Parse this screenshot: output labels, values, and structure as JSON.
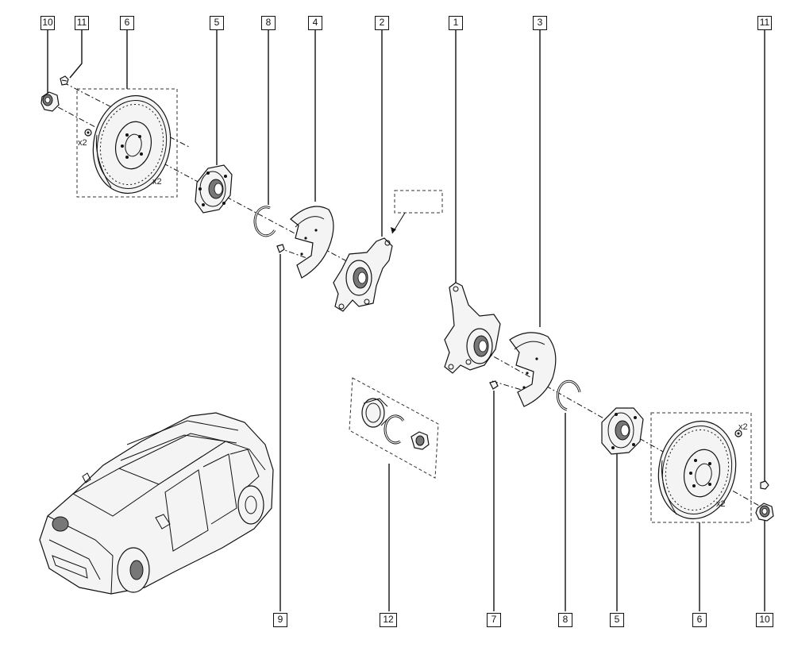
{
  "diagram": {
    "callouts": {
      "c10_top": "10",
      "c11_top_left": "11",
      "c6_top": "6",
      "c5_top": "5",
      "c8_top": "8",
      "c4_top": "4",
      "c2_top": "2",
      "c1_top": "1",
      "c3_top": "3",
      "c11_top_right": "11",
      "c9_bottom": "9",
      "c12_bottom": "12",
      "c7_bottom": "7",
      "c8_bottom": "8",
      "c5_bottom": "5",
      "c6_bottom": "6",
      "c10_bottom": "10"
    },
    "quantity_labels": {
      "left_bolt_qty": "x2",
      "left_disc_qty": "x2",
      "right_bolt_qty": "x2",
      "right_disc_qty": "x2"
    }
  }
}
